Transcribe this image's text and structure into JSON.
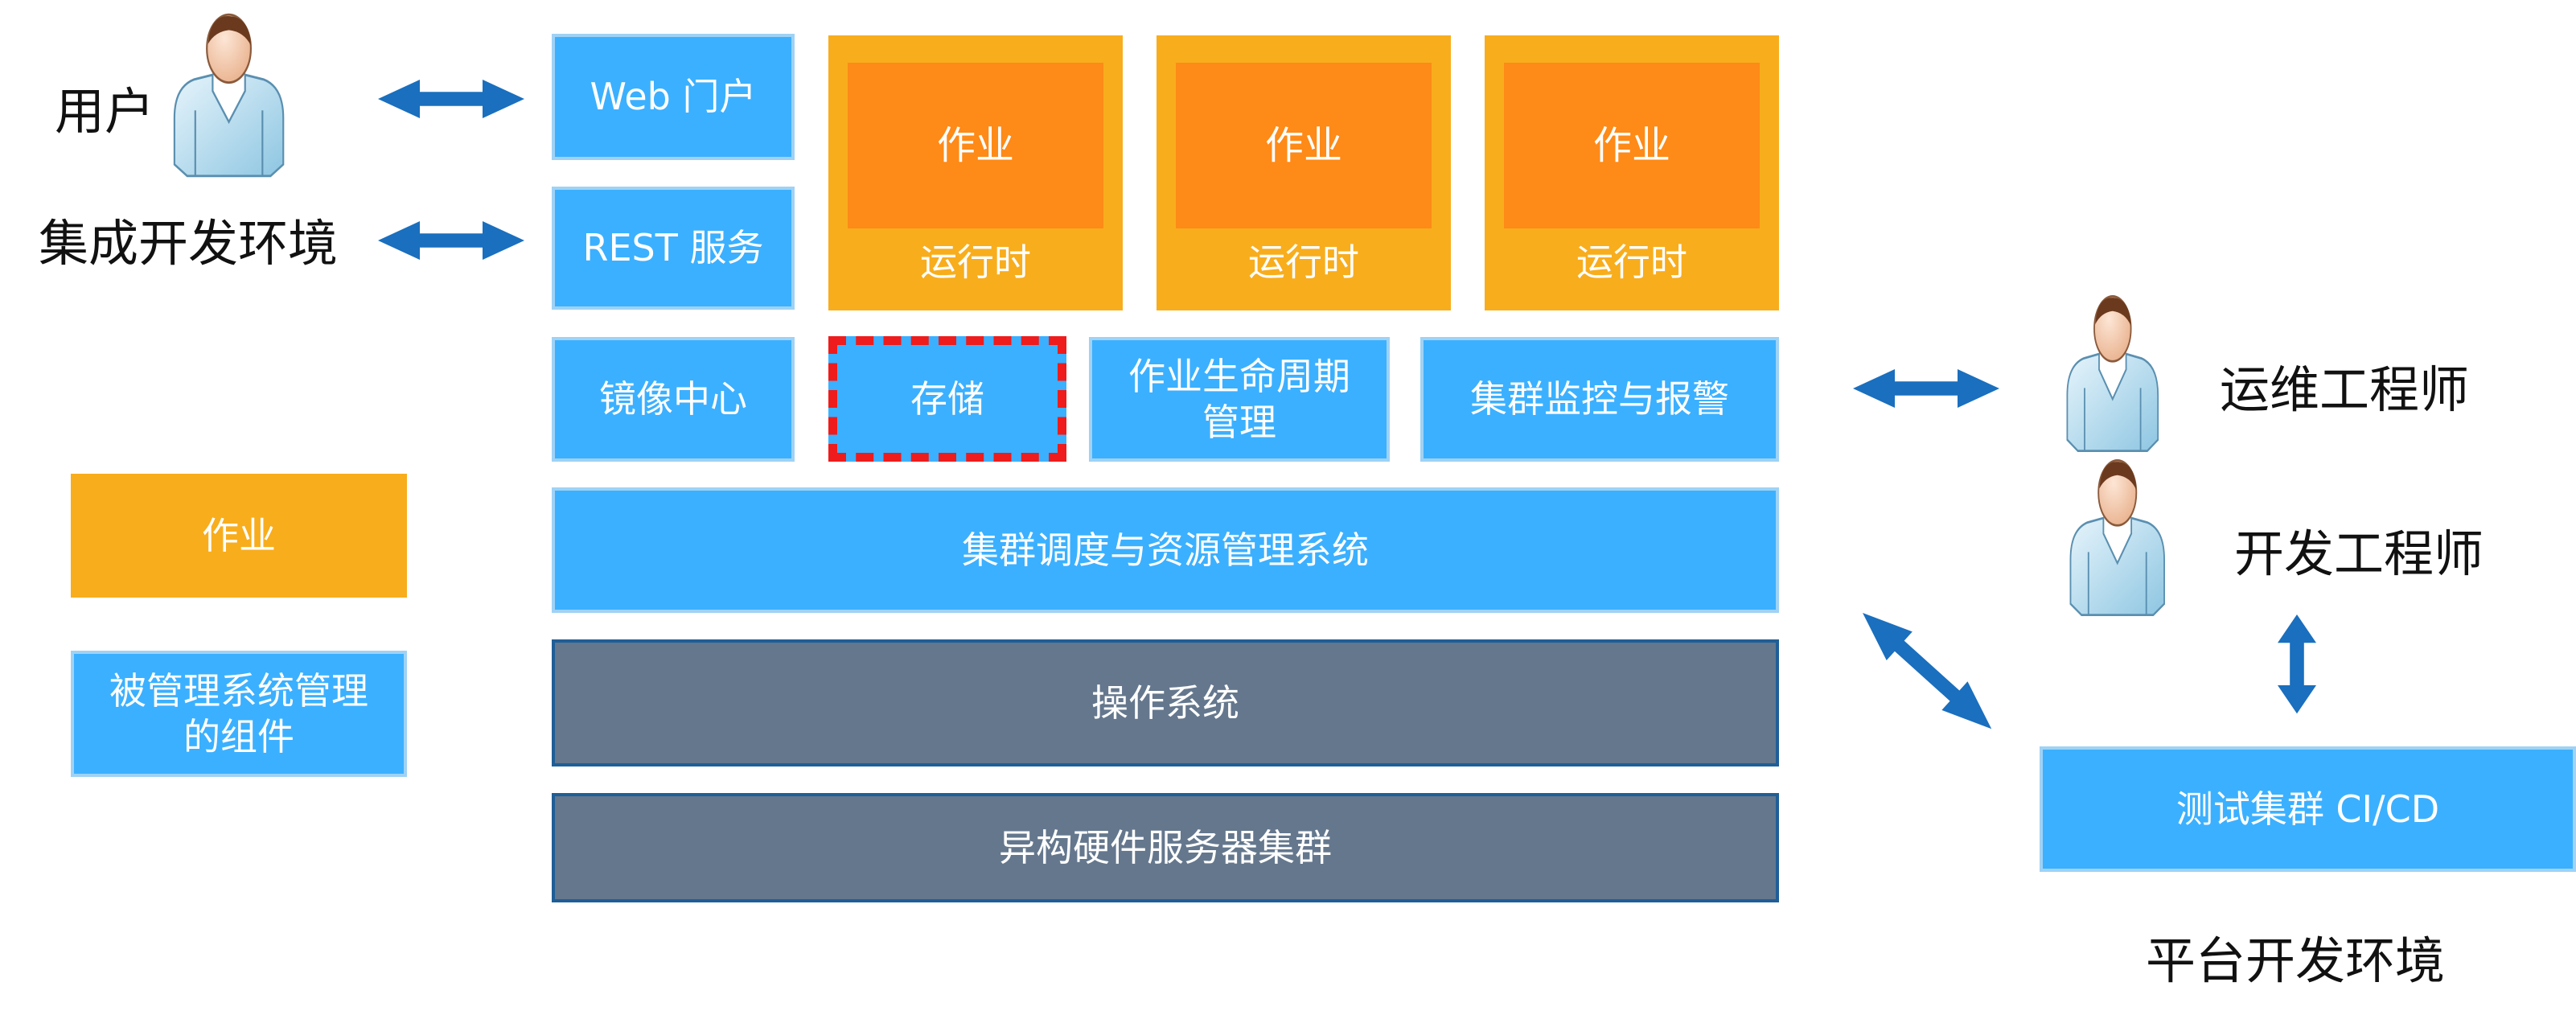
{
  "colors": {
    "blue_component": "#3bb0ff",
    "job_outer": "#f8ad1d",
    "job_inner": "#fe8a17",
    "os_gray": "#64778d",
    "arrow": "#1a6fbe",
    "dashed_highlight": "#ee1c1c"
  },
  "left": {
    "user_label": "用户",
    "ide_label": "集成开发环境"
  },
  "top_row": {
    "web_portal": "Web 门户",
    "rest_service": "REST 服务",
    "jobs": [
      {
        "job": "作业",
        "runtime": "运行时"
      },
      {
        "job": "作业",
        "runtime": "运行时"
      },
      {
        "job": "作业",
        "runtime": "运行时"
      }
    ]
  },
  "service_row": {
    "image_center": "镜像中心",
    "storage": "存储",
    "job_lifecycle": "作业生命周期\n管理",
    "cluster_monitoring": "集群监控与报警"
  },
  "layers": {
    "scheduler": "集群调度与资源管理系统",
    "os": "操作系统",
    "hardware": "异构硬件服务器集群"
  },
  "legend": {
    "job": "作业",
    "managed_component": "被管理系统管理\n的组件"
  },
  "right": {
    "ops_engineer": "运维工程师",
    "dev_engineer": "开发工程师",
    "test_cluster": "测试集群 CI/CD",
    "platform_env": "平台开发环境"
  },
  "icons": {
    "person": "person-icon",
    "arrow": "double-arrow-icon"
  }
}
